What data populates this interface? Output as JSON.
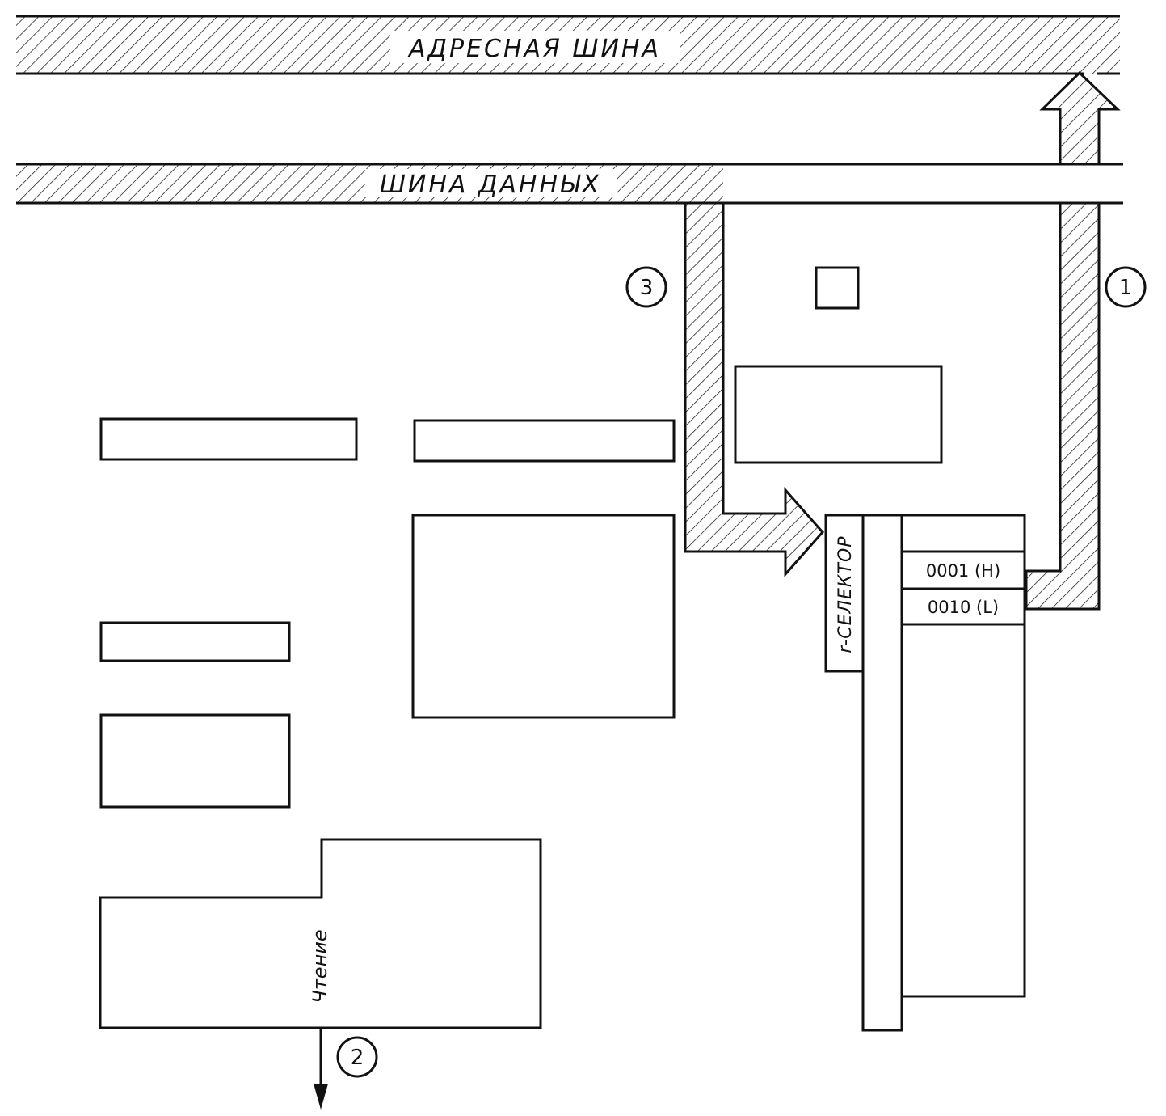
{
  "buses": {
    "address": "АДРЕСНАЯ ШИНА",
    "data": "ШИНА ДАННЫХ"
  },
  "selector": {
    "label": "r-СЕЛЕКТОР"
  },
  "registers": {
    "high": "0001 (H)",
    "low": "0010 (L)"
  },
  "control": {
    "read": "Чтение"
  },
  "steps": {
    "one": "1",
    "two": "2",
    "three": "3"
  }
}
